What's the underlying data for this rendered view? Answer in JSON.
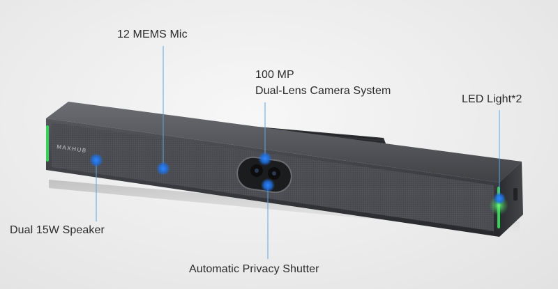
{
  "device": {
    "brand": "MAXHUB"
  },
  "callouts": {
    "mic": "12 MEMS Mic",
    "camera_line1": "100 MP",
    "camera_line2": "Dual-Lens Camera System",
    "led": "LED Light*2",
    "speaker": "Dual 15W Speaker",
    "shutter": "Automatic Privacy Shutter"
  },
  "colors": {
    "background": "#ececec",
    "body": "#3a3c40",
    "fabric": "#4a4c50",
    "callout_line": "#5aa7e6",
    "marker": "#1f6fe0",
    "led": "#39d15a",
    "text": "#2b2b2b"
  }
}
